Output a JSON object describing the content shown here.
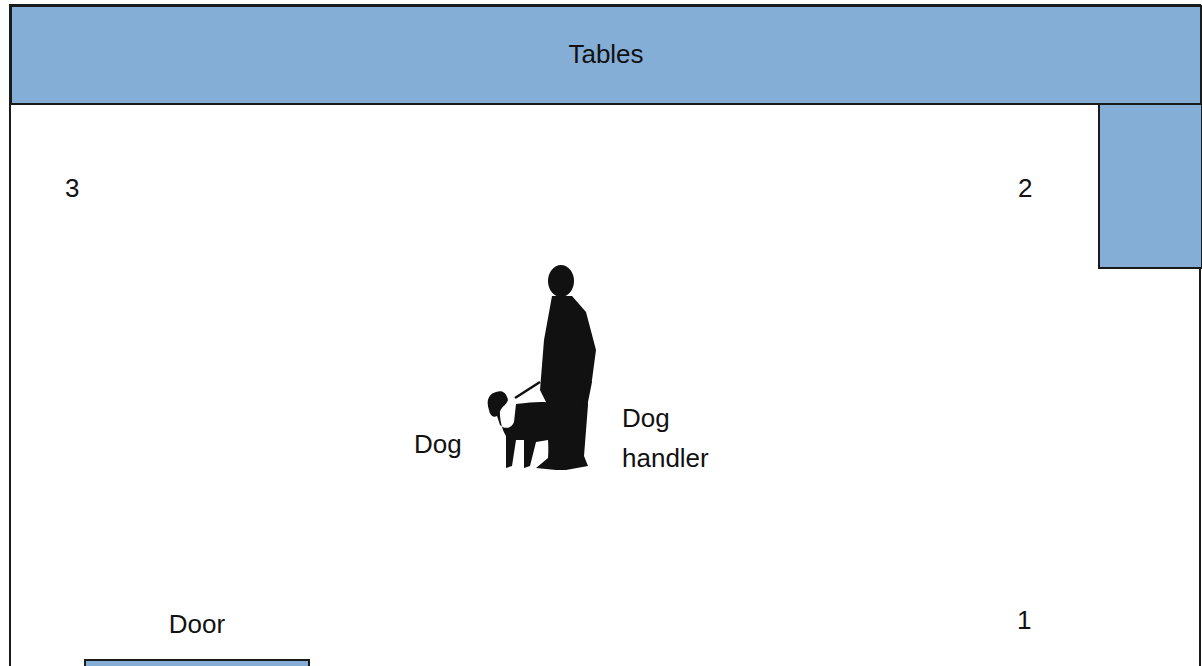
{
  "diagram": {
    "nodes": [
      {
        "text": [
          "Tables"
        ]
      },
      {
        "text": [
          "Door"
        ]
      }
    ],
    "labels": [
      "3",
      "2",
      "Dog",
      "Dog handler",
      "1"
    ]
  }
}
